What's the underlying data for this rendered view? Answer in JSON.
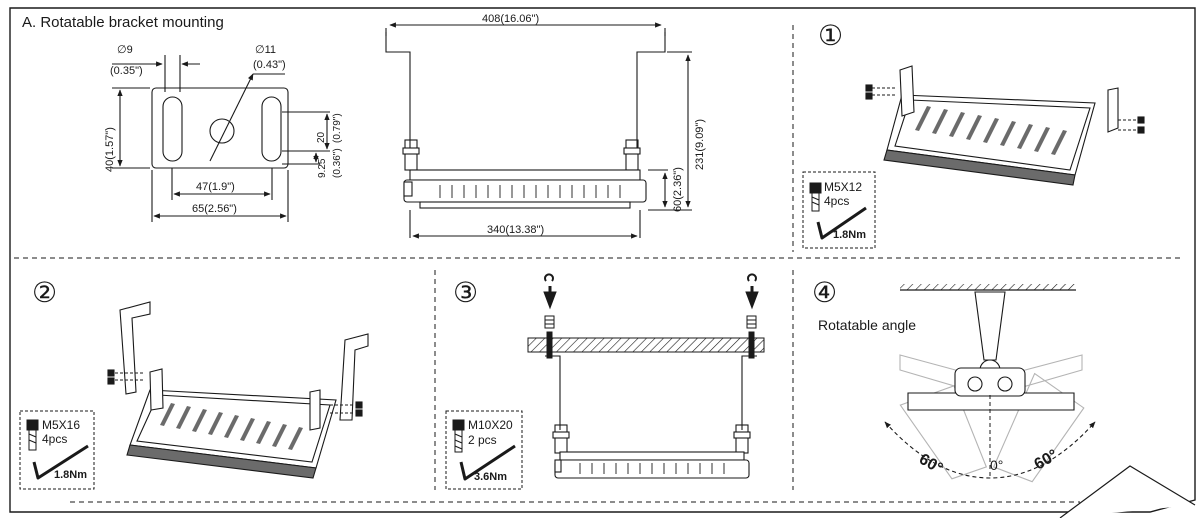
{
  "section_title": "A. Rotatable bracket mounting",
  "bracket_drawing": {
    "hole_small_dia": "∅9",
    "hole_small_dia_in": "(0.35\")",
    "hole_large_dia": "∅11",
    "hole_large_dia_in": "(0.43\")",
    "height": "40(1.57\")",
    "slot_spacing": "47(1.9\")",
    "width": "65(2.56\")",
    "slot_length": "20",
    "slot_length_in": "(0.79\")",
    "slot_offset": "9.25",
    "slot_offset_in": "(0.36\")"
  },
  "fixture_front_view": {
    "top_width": "408(16.06\")",
    "bottom_width": "340(13.38\")",
    "total_height": "231(9.09\")",
    "body_height": "60(2.36\")"
  },
  "steps": {
    "step1": {
      "number": "①",
      "screw_spec": "M5X12",
      "screw_qty": "4pcs",
      "torque": "1.8Nm"
    },
    "step2": {
      "number": "②",
      "screw_spec": "M5X16",
      "screw_qty": "4pcs",
      "torque": "1.8Nm"
    },
    "step3": {
      "number": "③",
      "screw_spec": "M10X20",
      "screw_qty": "2 pcs",
      "torque": "3.6Nm"
    },
    "step4": {
      "number": "④",
      "caption": "Rotatable angle",
      "angle_left": "60°",
      "angle_center": "0°",
      "angle_right": "60°"
    }
  },
  "colors": {
    "line": "#1a1a1a",
    "fixture_fill": "#ffffff",
    "fixture_shadow": "#6b6b6b",
    "ghost": "#b4b4b4"
  }
}
